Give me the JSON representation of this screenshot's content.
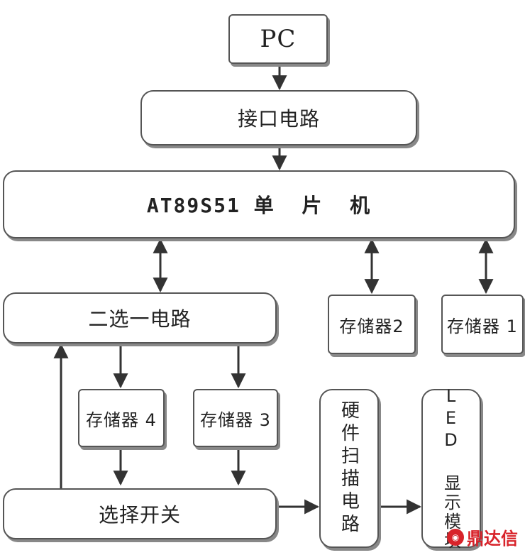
{
  "nodes": {
    "pc": "PC",
    "interface": "接口电路",
    "mcu": "AT89S51 单  片  机",
    "mux": "二选一电路",
    "mem2": "存储器2",
    "mem1": "存储器 1",
    "mem4": "存储器 4",
    "mem3": "存储器 3",
    "switch": "选择开关",
    "scan": "硬件扫描电路",
    "led": "LED 显示模块"
  },
  "watermark": "鼎达信",
  "colors": {
    "line": "#333333",
    "border": "#555555",
    "watermark": "#d8232a"
  }
}
